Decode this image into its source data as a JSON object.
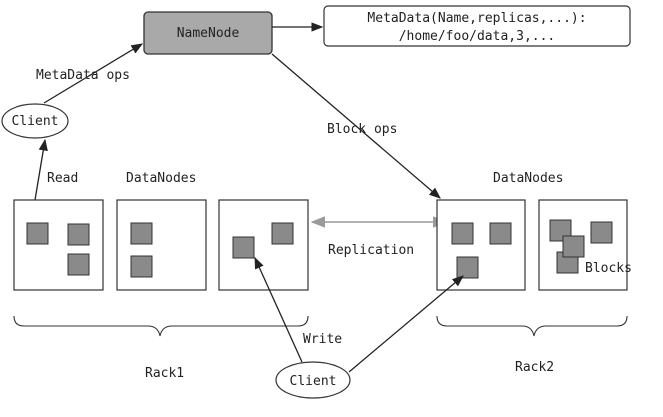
{
  "namenode": {
    "label": "NameNode"
  },
  "metadata": {
    "line1": "MetaData(Name,replicas,...):",
    "line2": "/home/foo/data,3,..."
  },
  "client_top": {
    "label": "Client"
  },
  "client_bottom": {
    "label": "Client"
  },
  "edges": {
    "metadata_ops": "MetaData ops",
    "block_ops": "Block ops",
    "read": "Read",
    "write": "Write",
    "replication": "Replication"
  },
  "rack1": {
    "title": "DataNodes",
    "label": "Rack1"
  },
  "rack2": {
    "title": "DataNodes",
    "label": "Rack2"
  },
  "blocks_label": "Blocks",
  "colors": {
    "namenode_fill": "#a9a9a9",
    "block_fill": "#8a8a8a",
    "replication_arrow": "#9a9a9a"
  }
}
